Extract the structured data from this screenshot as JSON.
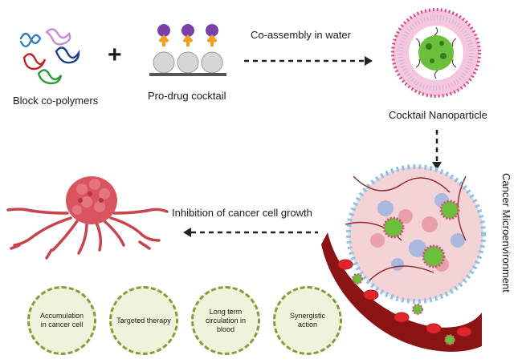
{
  "labels": {
    "block_copolymers": "Block co-polymers",
    "prodrug_cocktail": "Pro-drug cocktail",
    "co_assembly": "Co-assembly in water",
    "cocktail_nanoparticle": "Cocktail Nanoparticle",
    "cancer_microenvironment": "Cancer Microenvironment",
    "inhibition": "Inhibition of cancer cell growth",
    "plus": "+"
  },
  "features": [
    {
      "line1": "Accumulation",
      "line2": "in cancer cell"
    },
    {
      "line1": "Targeted therapy",
      "line2": ""
    },
    {
      "line1": "Long term",
      "line2": "circulation in blood"
    },
    {
      "line1": "Synergistic action",
      "line2": ""
    }
  ],
  "colors": {
    "arrow": "#222222",
    "feature_fill": "#eef4dc",
    "feature_border": "#8a9a3a",
    "tumor": "#d9545f",
    "tendril": "#c9434c",
    "nanoparticle_core": "#6cbf3a",
    "nanoparticle_shell": "#d84a86",
    "drug_head": "#7b3fa8",
    "drug_arrow": "#f0a21e",
    "bead": "#d6d6d6",
    "vessel": "#8a1414",
    "rbc": "#e0252d"
  }
}
